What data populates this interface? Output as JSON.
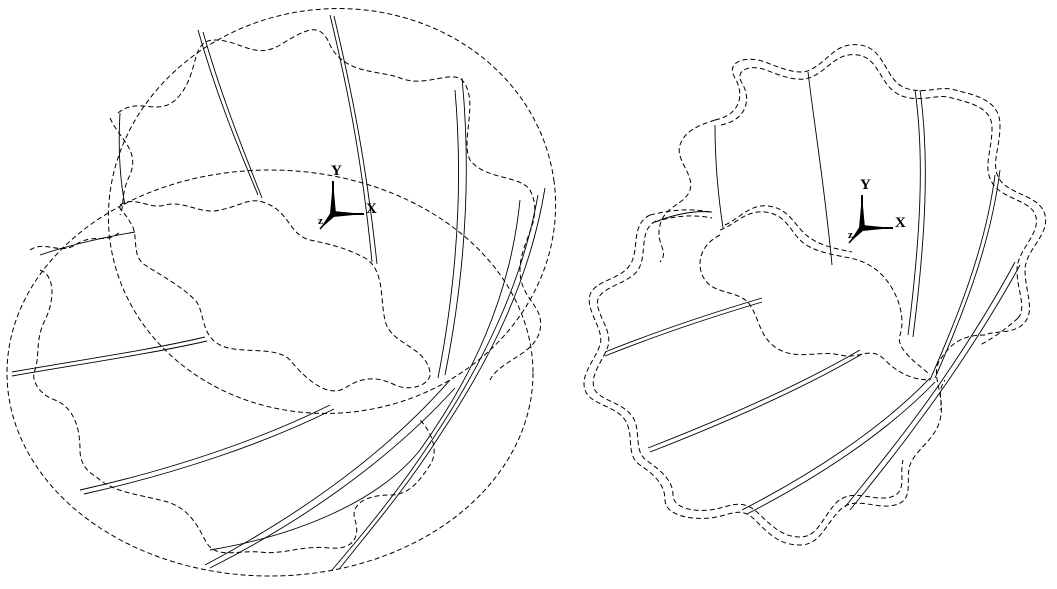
{
  "left_view": {
    "triad": {
      "y_label": "Y",
      "x_label": "X"
    }
  },
  "right_view": {
    "triad": {
      "y_label": "Y",
      "x_label": "X"
    }
  },
  "colors": {
    "background": "#ffffff",
    "line": "#000000"
  },
  "icons": [
    "coordinate-triad-icon",
    "coordinate-triad-icon"
  ]
}
